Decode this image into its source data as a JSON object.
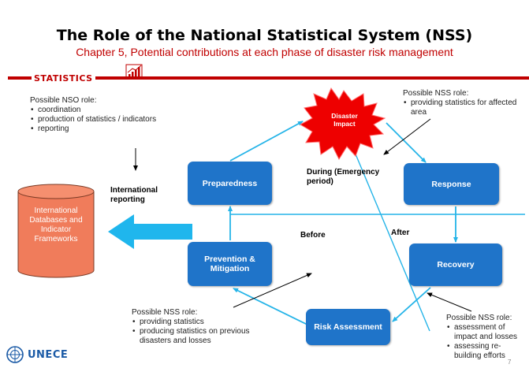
{
  "header": {
    "title": "The Role of the National Statistical System (NSS)",
    "subtitle": "Chapter 5, Potential contributions at each phase of disaster risk management"
  },
  "statistics_label": "STATISTICS",
  "nso_note": {
    "heading": "Possible NSO role:",
    "items": [
      "coordination",
      "production of statistics / indicators",
      "reporting"
    ]
  },
  "impact_note": {
    "heading": "Possible NSS role:",
    "items": [
      "providing statistics for affected area"
    ]
  },
  "prevention_note": {
    "heading": "Possible NSS role:",
    "items": [
      "providing statistics",
      "producing statistics on previous disasters and losses"
    ]
  },
  "recovery_note": {
    "heading": "Possible NSS role:",
    "items": [
      "assessment of impact and losses",
      "assessing re-building efforts"
    ]
  },
  "database_label": "International Databases and Indicator Frameworks",
  "international_reporting": "International reporting",
  "cycle": {
    "disaster_impact": "Disaster Impact",
    "response": "Response",
    "recovery": "Recovery",
    "risk_assessment": "Risk Assessment",
    "prevention": "Prevention & Mitigation",
    "preparedness": "Preparedness"
  },
  "labels": {
    "during": "During (Emergency period)",
    "before": "Before",
    "after": "After"
  },
  "logo": "UNECE",
  "page_number": "7",
  "colors": {
    "accent": "#c00000",
    "box": "#1f74c9",
    "arrow": "#25b4e8",
    "database": "#f07c5b",
    "burst": "#ee0000"
  }
}
